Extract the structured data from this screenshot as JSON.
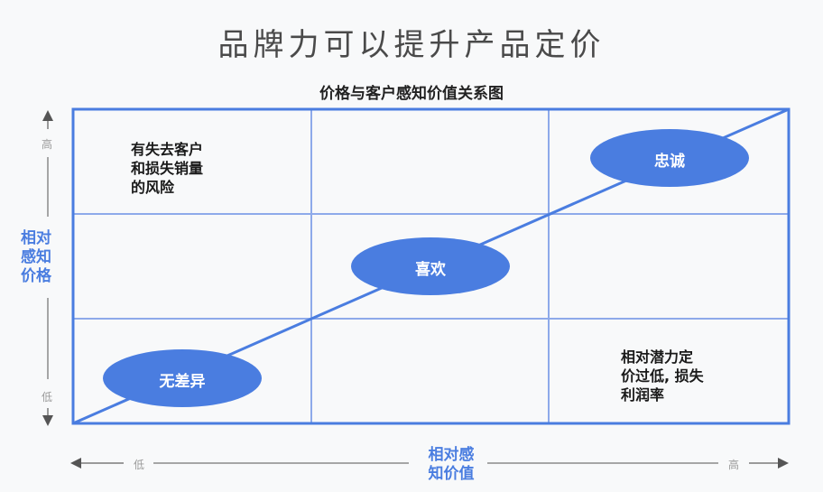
{
  "title": "品牌力可以提升产品定价",
  "subtitle": "价格与客户感知价值关系图",
  "colors": {
    "accent": "#4a7de0",
    "grid": "#8eaaea",
    "axis": "#7a7a7a",
    "text": "#1a1a1a"
  },
  "y_axis": {
    "label_lines": [
      "相对",
      "感知",
      "价格"
    ],
    "high": "高",
    "low": "低"
  },
  "x_axis": {
    "label_lines": [
      "相对感",
      "知价值"
    ],
    "high": "高",
    "low": "低"
  },
  "quadrant_notes": {
    "top_left": [
      "有失去客户",
      "和损失销量",
      "的风险"
    ],
    "bottom_right": [
      "相对潜力定",
      "价过低, 损失",
      "利润率"
    ]
  },
  "bubbles": [
    {
      "label": "无差异"
    },
    {
      "label": "喜欢"
    },
    {
      "label": "忠诚"
    }
  ]
}
